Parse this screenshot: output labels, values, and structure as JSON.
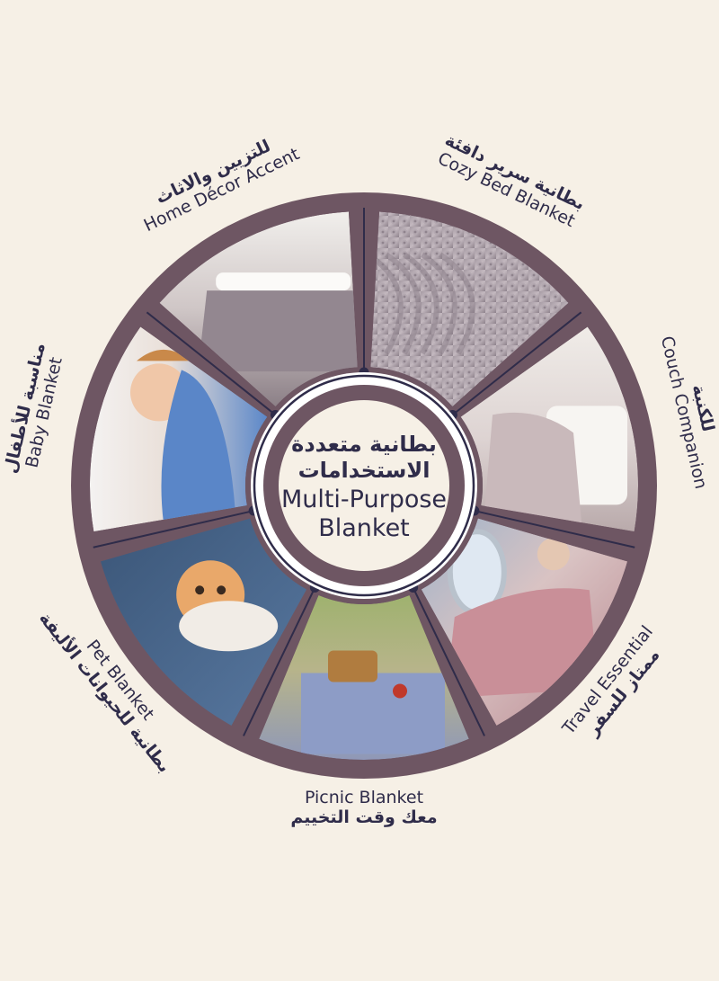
{
  "center": {
    "arabic_line1": "بطانية متعددة",
    "arabic_line2": "الاستخدامات",
    "english_line1": "Multi-Purpose",
    "english_line2": "Blanket"
  },
  "segments": [
    {
      "id": "cozy-bed",
      "english": "Cozy Bed Blanket",
      "arabic": "بطانية سرير دافئة",
      "image": "rolled-knit-blanket-closeup"
    },
    {
      "id": "couch",
      "english": "Couch Companion",
      "arabic": "للكنبة",
      "image": "blanket-draped-on-white-sofa"
    },
    {
      "id": "travel",
      "english": "Travel Essential",
      "arabic": "ممتاز للسفر",
      "image": "woman-with-pink-blanket-on-airplane"
    },
    {
      "id": "picnic",
      "english": "Picnic Blanket",
      "arabic": "معك وقت التخييم",
      "image": "picnic-basket-on-checkered-blanket"
    },
    {
      "id": "pet",
      "english": "Pet Blanket",
      "arabic": "بطانية للحيوانات الأليفة",
      "image": "persian-cat-under-blue-blanket"
    },
    {
      "id": "baby",
      "english": "Baby Blanket",
      "arabic": "مناسبة للأطفال",
      "image": "sleeping-child-with-blue-blanket"
    },
    {
      "id": "home-decor",
      "english": "Home Décor Accent",
      "arabic": "للتزيين والاثاث",
      "image": "blanket-on-bed-in-bedroom"
    }
  ],
  "colors": {
    "background": "#f6f0e6",
    "ring": "#6e5663",
    "text": "#2f2c4a",
    "node": "#2f2c4a"
  }
}
